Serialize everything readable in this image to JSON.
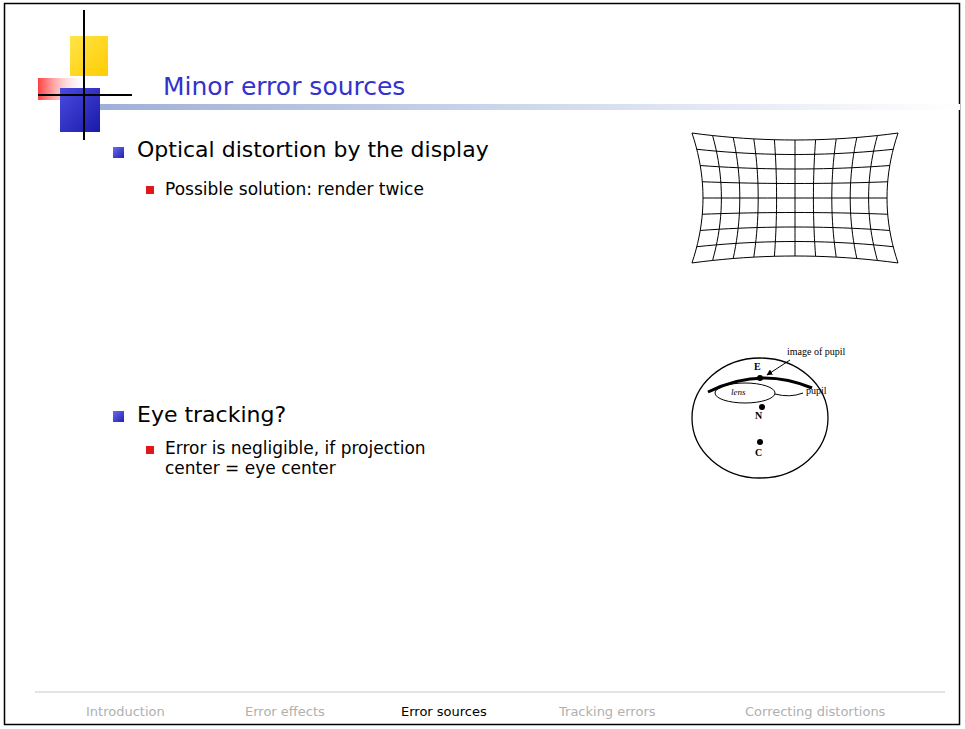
{
  "diagram": {
    "title": "Minor error sources",
    "labels": [
      "Optical distortion by the display",
      "Possible solution: render twice",
      "Eye tracking?",
      "Error is negligible, if projection center = eye center",
      "image of pupil",
      "E",
      "lens",
      "N",
      "pupil",
      "C",
      "Introduction",
      "Error effects",
      "Error sources",
      "Tracking errors",
      "Correcting distortions"
    ]
  }
}
